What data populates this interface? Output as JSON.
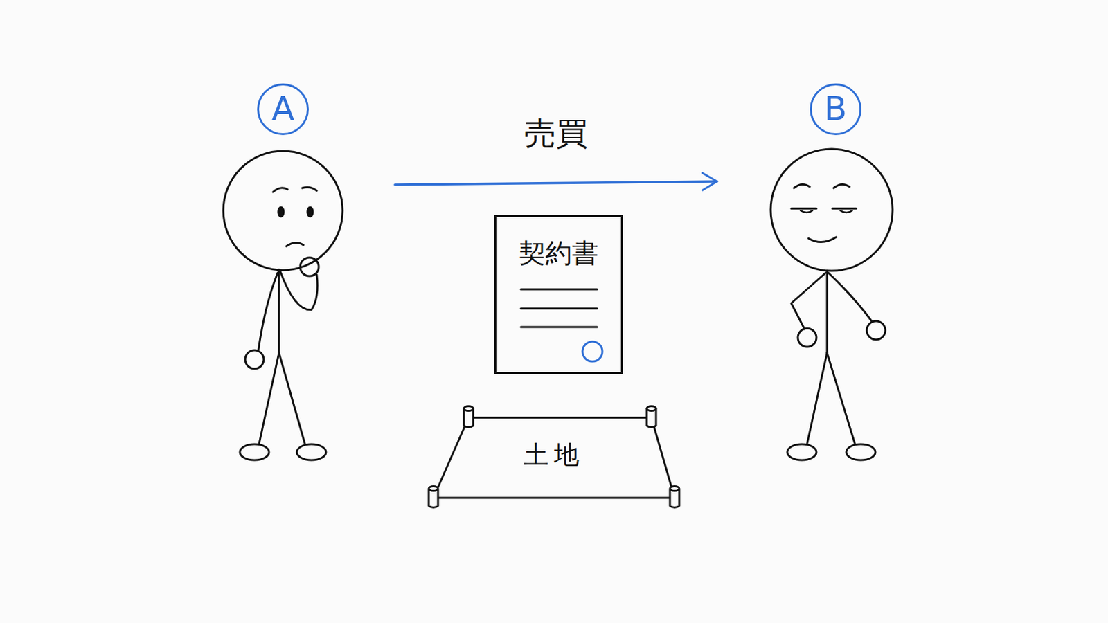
{
  "diagram": {
    "nodes": [
      {
        "text": [
          "A"
        ]
      },
      {
        "text": [
          "B"
        ]
      },
      {
        "text": [
          "契約書"
        ]
      },
      {
        "text": [
          "土地"
        ]
      }
    ],
    "edges": [
      {
        "from": 0,
        "to": 1,
        "label": "売買",
        "arrow": "to"
      }
    ]
  }
}
